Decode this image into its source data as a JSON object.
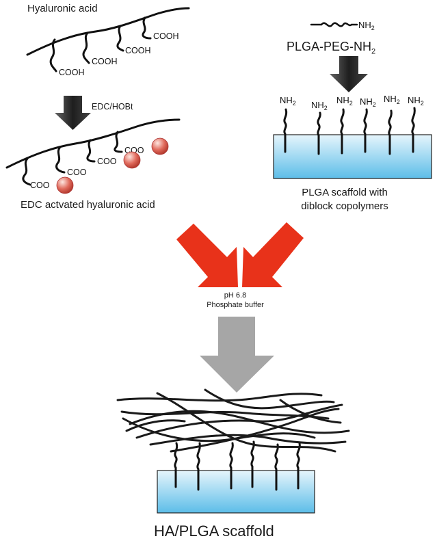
{
  "labels": {
    "ha_title": "Hyaluronic acid",
    "reagent": "EDC/HOBt",
    "activated_ha": "EDC actvated hyaluronic acid",
    "peg_title": "PLGA-PEG-NH",
    "peg_title_sub": "2",
    "scaffold_line1": "PLGA scaffold with",
    "scaffold_line2": "diblock copolymers",
    "condition_line1": "pH 6.8",
    "condition_line2": "Phosphate buffer",
    "final": "HA/PLGA scaffold"
  },
  "groups": {
    "cooh": "COOH",
    "coo": "COO",
    "nh": "NH",
    "nh_sub": "2"
  },
  "colors": {
    "dark_arrow": "#2b2b2b",
    "red_arrow": "#e8321a",
    "gray_arrow": "#a6a6a6",
    "scaffold_top": "#e6f5fc",
    "scaffold_bottom": "#5cbde8",
    "bead": "#e06a5c"
  }
}
